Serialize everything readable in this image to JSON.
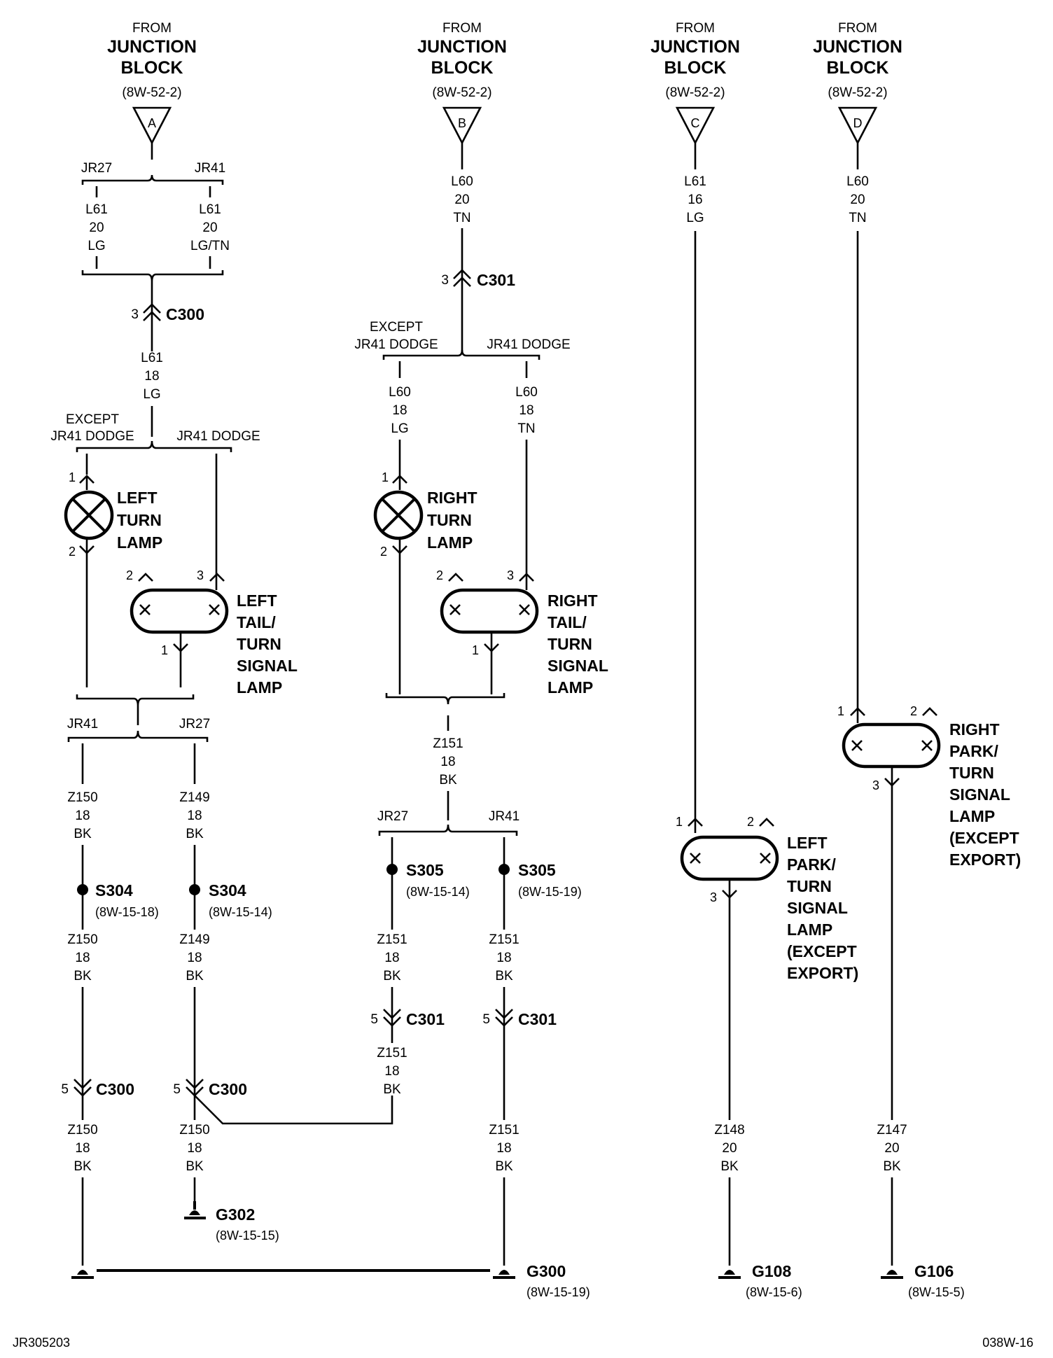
{
  "sources": [
    {
      "from": "FROM",
      "title1": "JUNCTION",
      "title2": "BLOCK",
      "ref": "(8W-52-2)",
      "pin": "A"
    },
    {
      "from": "FROM",
      "title1": "JUNCTION",
      "title2": "BLOCK",
      "ref": "(8W-52-2)",
      "pin": "B"
    },
    {
      "from": "FROM",
      "title1": "JUNCTION",
      "title2": "BLOCK",
      "ref": "(8W-52-2)",
      "pin": "C"
    },
    {
      "from": "FROM",
      "title1": "JUNCTION",
      "title2": "BLOCK",
      "ref": "(8W-52-2)",
      "pin": "D"
    }
  ],
  "wires": [
    {
      "circuit": "L61",
      "gauge": "20",
      "color": "LG"
    },
    {
      "circuit": "L61",
      "gauge": "20",
      "color": "LG/TN"
    },
    {
      "circuit": "L61",
      "gauge": "18",
      "color": "LG"
    },
    {
      "circuit": "L60",
      "gauge": "20",
      "color": "TN"
    },
    {
      "circuit": "L60",
      "gauge": "18",
      "color": "LG"
    },
    {
      "circuit": "L60",
      "gauge": "18",
      "color": "TN"
    },
    {
      "circuit": "L61",
      "gauge": "16",
      "color": "LG"
    },
    {
      "circuit": "L60",
      "gauge": "20",
      "color": "TN"
    },
    {
      "circuit": "Z150",
      "gauge": "18",
      "color": "BK"
    },
    {
      "circuit": "Z149",
      "gauge": "18",
      "color": "BK"
    },
    {
      "circuit": "Z150",
      "gauge": "18",
      "color": "BK"
    },
    {
      "circuit": "Z149",
      "gauge": "18",
      "color": "BK"
    },
    {
      "circuit": "Z150",
      "gauge": "18",
      "color": "BK"
    },
    {
      "circuit": "Z150",
      "gauge": "18",
      "color": "BK"
    },
    {
      "circuit": "Z151",
      "gauge": "18",
      "color": "BK"
    },
    {
      "circuit": "Z151",
      "gauge": "18",
      "color": "BK"
    },
    {
      "circuit": "Z151",
      "gauge": "18",
      "color": "BK"
    },
    {
      "circuit": "Z151",
      "gauge": "18",
      "color": "BK"
    },
    {
      "circuit": "Z151",
      "gauge": "18",
      "color": "BK"
    },
    {
      "circuit": "Z151",
      "gauge": "18",
      "color": "BK"
    },
    {
      "circuit": "Z148",
      "gauge": "20",
      "color": "BK"
    },
    {
      "circuit": "Z147",
      "gauge": "20",
      "color": "BK"
    }
  ],
  "branches": {
    "jr27": "JR27",
    "jr41": "JR41",
    "except1": "EXCEPT",
    "except2": "JR41 DODGE",
    "dodge": "JR41 DODGE"
  },
  "connectors": [
    {
      "pin": "3",
      "name": "C300"
    },
    {
      "pin": "3",
      "name": "C301"
    },
    {
      "pin": "5",
      "name": "C301"
    },
    {
      "pin": "5",
      "name": "C301"
    },
    {
      "pin": "5",
      "name": "C300"
    },
    {
      "pin": "5",
      "name": "C300"
    }
  ],
  "pins": {
    "p1": "1",
    "p2": "2",
    "p3": "3"
  },
  "lamps": {
    "left_turn": [
      "LEFT",
      "TURN",
      "LAMP"
    ],
    "right_turn": [
      "RIGHT",
      "TURN",
      "LAMP"
    ],
    "left_tail": [
      "LEFT",
      "TAIL/",
      "TURN",
      "SIGNAL",
      "LAMP"
    ],
    "right_tail": [
      "RIGHT",
      "TAIL/",
      "TURN",
      "SIGNAL",
      "LAMP"
    ],
    "left_park": [
      "LEFT",
      "PARK/",
      "TURN",
      "SIGNAL",
      "LAMP",
      "(EXCEPT",
      "EXPORT)"
    ],
    "right_park": [
      "RIGHT",
      "PARK/",
      "TURN",
      "SIGNAL",
      "LAMP",
      "(EXCEPT",
      "EXPORT)"
    ]
  },
  "splices": [
    {
      "name": "S304",
      "ref": "(8W-15-18)"
    },
    {
      "name": "S304",
      "ref": "(8W-15-14)"
    },
    {
      "name": "S305",
      "ref": "(8W-15-14)"
    },
    {
      "name": "S305",
      "ref": "(8W-15-19)"
    }
  ],
  "grounds": [
    {
      "name": "G302",
      "ref": "(8W-15-15)"
    },
    {
      "name": "G300",
      "ref": "(8W-15-19)"
    },
    {
      "name": "G108",
      "ref": "(8W-15-6)"
    },
    {
      "name": "G106",
      "ref": "(8W-15-5)"
    }
  ],
  "footer": {
    "left": "JR305203",
    "right": "038W-16"
  }
}
